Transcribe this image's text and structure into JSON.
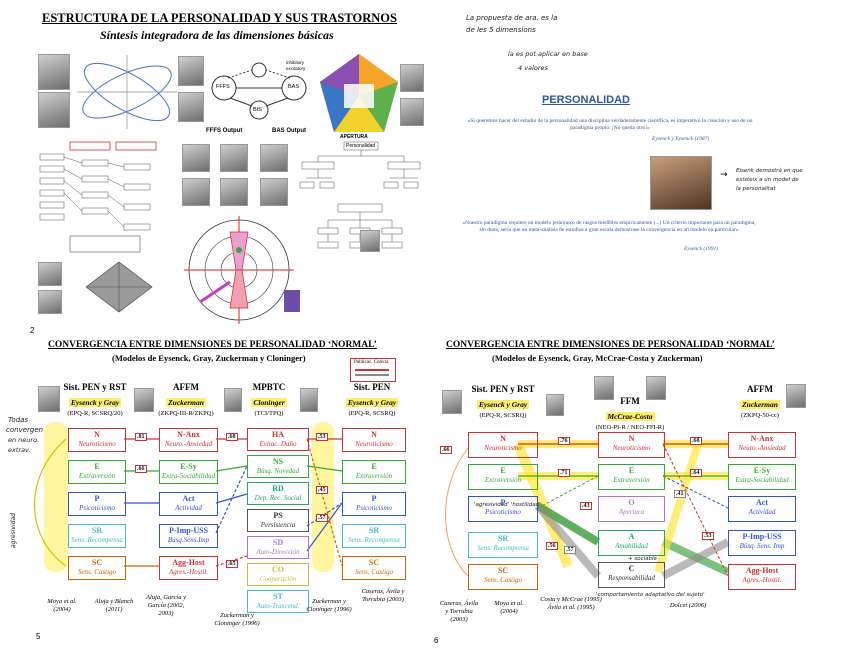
{
  "slide2": {
    "title": "ESTRUCTURA DE LA PERSONALIDAD Y SUS TRASTORNOS",
    "subtitle": "Síntesis integradora de las dimensiones básicas",
    "number": "2",
    "diagram_labels": {
      "ffs_output": "FFFS Output",
      "bas_output": "BAS Output",
      "fffs": "FFFS",
      "bas": "BAS",
      "bis": "BIS",
      "inhibitory": "inhibitory",
      "excitatory": "excitatory",
      "personalidad": "Personalidad",
      "apertura": "APERTURA"
    }
  },
  "slide3": {
    "heading": "PERSONALIDAD",
    "quote1": "«Si queremos hacer del estudio de la personalidad una disciplina verdaderamente científica, es imperativo la creación y uso de un paradigma propio. ¡No queda otro!»",
    "attrib1": "Eysenck y Eysenck (1987)",
    "quote2": "«Nuestro paradigma requiere un modelo jerárquico de rasgos medibles empíricamente (...) Un criterio importante para un paradigma, sin duda, sería que un meta-análisis de estudios a gran escala demostrase la convergencia en un modelo en particular»",
    "attrib2": "Eysenck (1991)",
    "notes": {
      "top1": "La propuesta de ara. es la",
      "top2": "de les 5 dimensions",
      "mid1": "la es pot aplicar en base",
      "mid2": "4 valores",
      "right1": "Eisenk demostrà en que",
      "right2": "existeix a un model de",
      "right3": "la personalitat"
    }
  },
  "slide5": {
    "title": "CONVERGENCIA ENTRE DIMENSIONES DE PERSONALIDAD ‘NORMAL’",
    "subtitle": "(Modelos de Eysenck, Gray, Zuckerman y Cloninger)",
    "number": "5",
    "legend": "Publicac. Conval.",
    "columns": [
      {
        "name": "Sist. PEN y RST",
        "authors": "Eysenck y Gray",
        "measures": "(EPQ-R, SCSRQ/20)"
      },
      {
        "name": "AFFM",
        "authors": "Zuckerman",
        "measures": "(ZKPQ-III-R/ZKPQ)"
      },
      {
        "name": "MPBTC",
        "authors": "Cloninger",
        "measures": "(TCI/TPQ)"
      },
      {
        "name": "Sist. PEN",
        "authors": "Eysenck y Gray",
        "measures": "(EPQ-R, SCSRQ)"
      }
    ],
    "col1": [
      {
        "a": "N",
        "b": "Neuroticismo"
      },
      {
        "a": "E",
        "b": "Extraversión"
      },
      {
        "a": "P",
        "b": "Psicoticismo"
      },
      {
        "a": "SR",
        "b": "Sens. Recompensa"
      },
      {
        "a": "SC",
        "b": "Sens. Castigo"
      }
    ],
    "col2": [
      {
        "a": "N-Anx",
        "b": "Neuro.-Ansiedad"
      },
      {
        "a": "E-Sy",
        "b": "Extra-Sociabilidad"
      },
      {
        "a": "Act",
        "b": "Actividad"
      },
      {
        "a": "P-Imp-USS",
        "b": "Búsq.Sens.Imp"
      },
      {
        "a": "Agg-Host",
        "b": "Agres.-Hostil."
      }
    ],
    "col3": [
      {
        "a": "HA",
        "b": "Evitac. Daño"
      },
      {
        "a": "NS",
        "b": "Búsq. Novedad"
      },
      {
        "a": "RD",
        "b": "Dep. Rec. Social"
      },
      {
        "a": "PS",
        "b": "Persistencia"
      },
      {
        "a": "SD",
        "b": "Auto-Dirección"
      },
      {
        "a": "CO",
        "b": "Cooperación"
      },
      {
        "a": "ST",
        "b": "Auto-Trascend."
      }
    ],
    "col4": [
      {
        "a": "N",
        "b": "Neuroticismo"
      },
      {
        "a": "E",
        "b": "Extraversión"
      },
      {
        "a": "P",
        "b": "Psicoticismo"
      },
      {
        "a": "SR",
        "b": "Sens. Recompensa"
      },
      {
        "a": "SC",
        "b": "Sens. Castigo"
      }
    ],
    "correlations": [
      ".81",
      ".66",
      ".68",
      ".53",
      ".45",
      ".57",
      ".65"
    ],
    "citations": [
      "Moya et al. (2004)",
      "Aluja y Blanch (2011)",
      "Aluja, García y García (2002, 2003)",
      "Zuckerman y Cloninger (1996)",
      "Zuckerman y Cloninger (1996)",
      "Caseras, Ávila y Torrubia (2003)"
    ],
    "notes": {
      "left1": "Todas",
      "left2": "convergen",
      "left3": "en neuro.",
      "left4": "extrav.",
      "side": "agresividad"
    }
  },
  "slide6": {
    "title": "CONVERGENCIA ENTRE DIMENSIONES DE PERSONALIDAD ‘NORMAL’",
    "subtitle": "(Modelos de Eysenck, Gray, McCrae-Costa y Zuckerman)",
    "number": "6",
    "columns": [
      {
        "name": "Sist. PEN y RST",
        "authors": "Eysenck y Gray",
        "measures": "(EPQ-R, SCSRQ)"
      },
      {
        "name": "FFM",
        "authors": "McCrae-Costa",
        "measures": "(NEO-PI-R / NEO-FFI-R)"
      },
      {
        "name": "AFFM",
        "authors": "Zuckerman",
        "measures": "(ZKPQ-50-cc)"
      }
    ],
    "col1": [
      {
        "a": "N",
        "b": "Neuroticismo"
      },
      {
        "a": "E",
        "b": "Extraversión"
      },
      {
        "a": "P",
        "b": "Psicoticismo"
      },
      {
        "a": "SR",
        "b": "Sens. Recompensa"
      },
      {
        "a": "SC",
        "b": "Sens. Castigo"
      }
    ],
    "col2": [
      {
        "a": "N",
        "b": "Neuroticismo"
      },
      {
        "a": "E",
        "b": "Extraversión"
      },
      {
        "a": "O",
        "b": "Apertura"
      },
      {
        "a": "A",
        "b": "Amabilidad"
      },
      {
        "a": "C",
        "b": "Responsabilidad"
      }
    ],
    "col3": [
      {
        "a": "N-Anx",
        "b": "Neuro.-Ansiedad"
      },
      {
        "a": "E-Sy",
        "b": "Extra-Sociabilidad"
      },
      {
        "a": "Act",
        "b": "Actividad"
      },
      {
        "a": "P-Imp-USS",
        "b": "Búsq. Sens. Imp"
      },
      {
        "a": "Agg-Host",
        "b": "Agres.-Hostil."
      }
    ],
    "correlations": [
      ".76",
      ".71",
      ".68",
      ".64",
      ".66",
      ".56",
      ".43",
      ".57",
      ".41",
      ".53"
    ],
    "citations": [
      "Caseras, Ávila y Torrubia (2003)",
      "Moya et al. (2004)",
      "Costa y McCrae (1995) Ávila et al. (1995)",
      "Dolcet (2006)"
    ],
    "notes": {
      "n1": "'agresividad' 'hostilidad'",
      "n2": "+ sociable",
      "n3": "'comportamiento adaptativo del sujeto'"
    }
  }
}
